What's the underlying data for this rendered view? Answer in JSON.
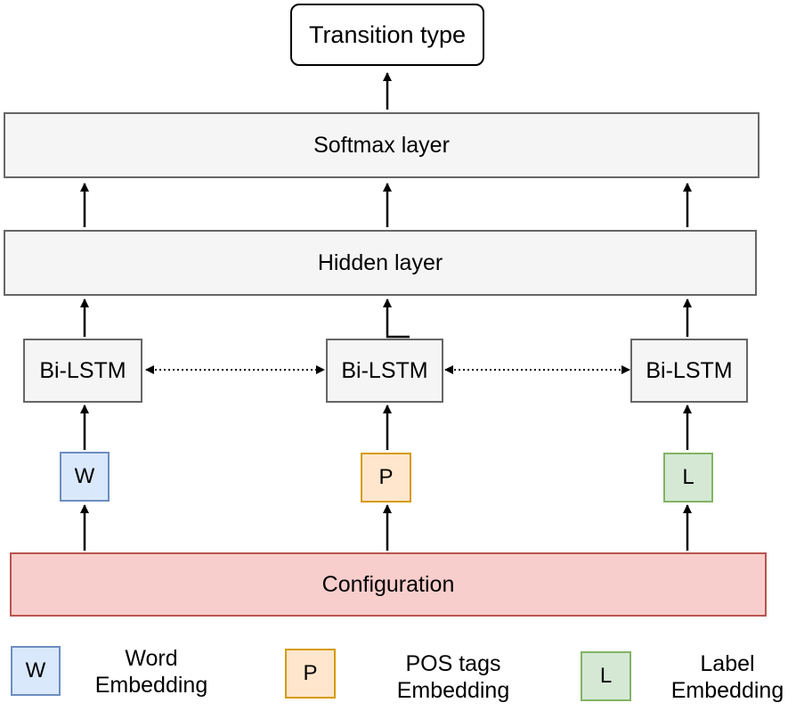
{
  "output": {
    "label": "Transition type"
  },
  "softmax": {
    "label": "Softmax layer"
  },
  "hidden": {
    "label": "Hidden layer"
  },
  "bilstm": [
    {
      "label": "Bi-LSTM"
    },
    {
      "label": "Bi-LSTM"
    },
    {
      "label": "Bi-LSTM"
    }
  ],
  "embeddings": [
    {
      "symbol": "W",
      "color": "#dae8fc"
    },
    {
      "symbol": "P",
      "color": "#ffe6cc"
    },
    {
      "symbol": "L",
      "color": "#d5e8d4"
    }
  ],
  "configuration": {
    "label": "Configuration"
  },
  "legend": [
    {
      "symbol": "W",
      "line1": "Word",
      "line2": "Embedding"
    },
    {
      "symbol": "P",
      "line1": "POS tags",
      "line2": "Embedding"
    },
    {
      "symbol": "L",
      "line1": "Label",
      "line2": "Embedding"
    }
  ]
}
